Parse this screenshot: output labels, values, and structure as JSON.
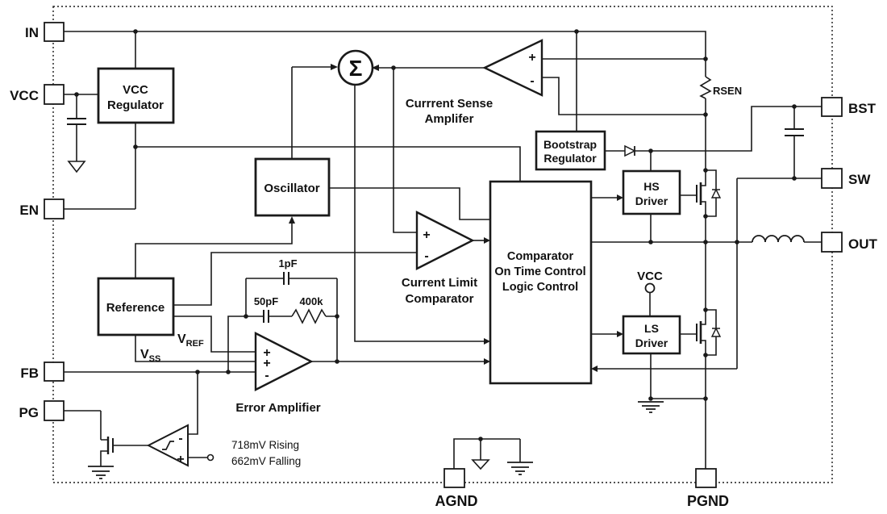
{
  "pins": {
    "in": "IN",
    "vcc": "VCC",
    "en": "EN",
    "fb": "FB",
    "pg": "PG",
    "bst": "BST",
    "sw": "SW",
    "out": "OUT",
    "agnd": "AGND",
    "pgnd": "PGND"
  },
  "blocks": {
    "vcc_regulator": [
      "VCC",
      "Regulator"
    ],
    "oscillator": "Oscillator",
    "reference": "Reference",
    "control": [
      "Comparator",
      "On Time Control",
      "Logic Control"
    ],
    "bootstrap": [
      "Bootstrap",
      "Regulator"
    ],
    "hs_driver": [
      "HS",
      "Driver"
    ],
    "ls_driver": [
      "LS",
      "Driver"
    ]
  },
  "amplifiers": {
    "current_sense": {
      "label": [
        "Currrent Sense",
        "Amplifer"
      ]
    },
    "current_limit": {
      "label": [
        "Current Limit",
        "Comparator"
      ]
    },
    "error": {
      "label": "Error Amplifier"
    },
    "pg_comparator": {
      "thresholds": [
        "718mV Rising",
        "662mV Falling"
      ]
    }
  },
  "components": {
    "rsen": "RSEN",
    "cap_1pf": "1pF",
    "cap_50pf": "50pF",
    "res_400k": "400k",
    "vref": {
      "base": "V",
      "sub": "REF"
    },
    "vss": {
      "base": "V",
      "sub": "SS"
    },
    "vcc_node": "VCC",
    "sigma": "Σ"
  },
  "symbols": {
    "plus": "+",
    "minus": "-"
  },
  "colors": {
    "line": "#1a1a1a",
    "background": "#ffffff"
  }
}
